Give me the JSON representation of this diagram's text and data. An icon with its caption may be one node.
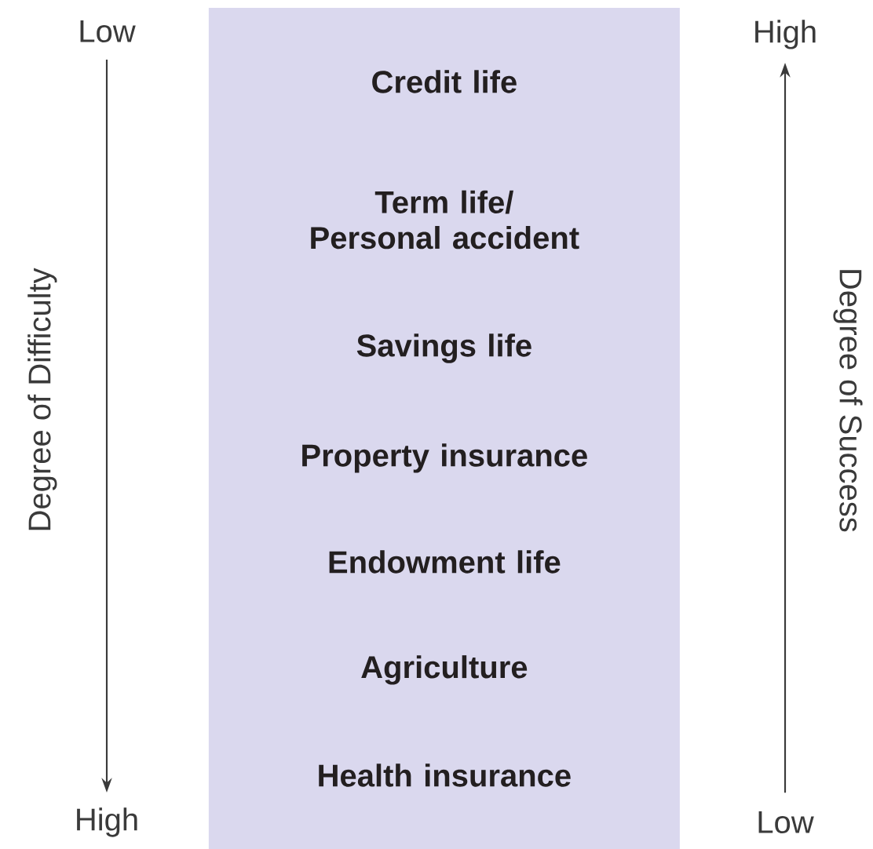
{
  "diagram": {
    "nodes": [
      {
        "text": [
          "Credit life",
          "Term life/ Personal accident",
          "Savings life",
          "Property insurance",
          "Endowment life",
          "Agriculture",
          "Health insurance"
        ]
      }
    ],
    "labels": [
      "Low",
      "Degree of Difficulty",
      "High",
      "High",
      "Degree of Success",
      "Low"
    ]
  }
}
